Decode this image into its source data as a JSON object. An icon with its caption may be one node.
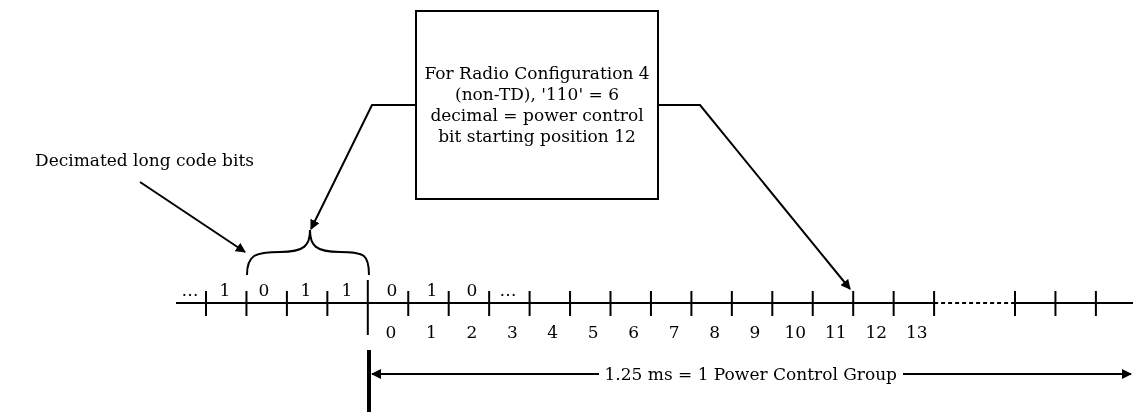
{
  "diagram": {
    "nodes": [
      {
        "text": [
          "For Radio Configuration 4 (non-TD), '110' = 6 decimal = power control bit starting position 12"
        ]
      },
      {
        "text": [
          "Decimated long code bits"
        ]
      },
      {
        "text": [],
        "shape": "brace"
      }
    ],
    "edges": [
      {
        "from": 1,
        "to": 2,
        "arrow": "to"
      },
      {
        "from": 0,
        "to": 2,
        "arrow": "to"
      },
      {
        "from": 0,
        "to": null,
        "arrow": "to"
      }
    ],
    "labels": [
      "…",
      "1",
      "0",
      "1",
      "1",
      "0",
      "1",
      "0",
      "…",
      "0",
      "1",
      "2",
      "3",
      "4",
      "5",
      "6",
      "7",
      "8",
      "9",
      "10",
      "11",
      "12",
      "13",
      "1.25 ms = 1 Power Control Group"
    ]
  }
}
